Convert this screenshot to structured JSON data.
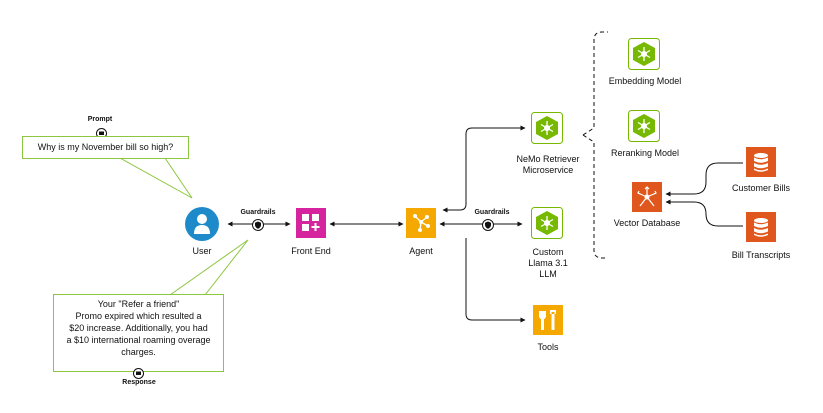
{
  "prompt_tag": "Prompt",
  "prompt_text": "Why is my November bill so high?",
  "response_tag": "Response",
  "response_lines": [
    "Your \"Refer a friend\"",
    "Promo expired which resulted a",
    "$20 increase. Additionally, you had",
    "a $10 international roaming overage",
    "charges."
  ],
  "guardrails_left": "Guardrails",
  "guardrails_right": "Guardrails",
  "nodes": {
    "user": "User",
    "frontend": "Front End",
    "agent": "Agent",
    "retriever_line1": "NeMo Retriever",
    "retriever_line2": "Microservice",
    "llm_line1": "Custom",
    "llm_line2": "Llama 3.1",
    "llm_line3": "LLM",
    "tools": "Tools",
    "embedding": "Embedding Model",
    "reranking": "Reranking Model",
    "vectordb": "Vector Database",
    "customer_bills": "Customer Bills",
    "bill_transcripts": "Bill Transcripts"
  },
  "colors": {
    "nvidia_green": "#76b900",
    "user_blue": "#1f8ac9",
    "frontend_magenta": "#d6249f",
    "agent_orange": "#f5a800",
    "tools_orange": "#f5a800",
    "db_orange": "#e0571d"
  }
}
